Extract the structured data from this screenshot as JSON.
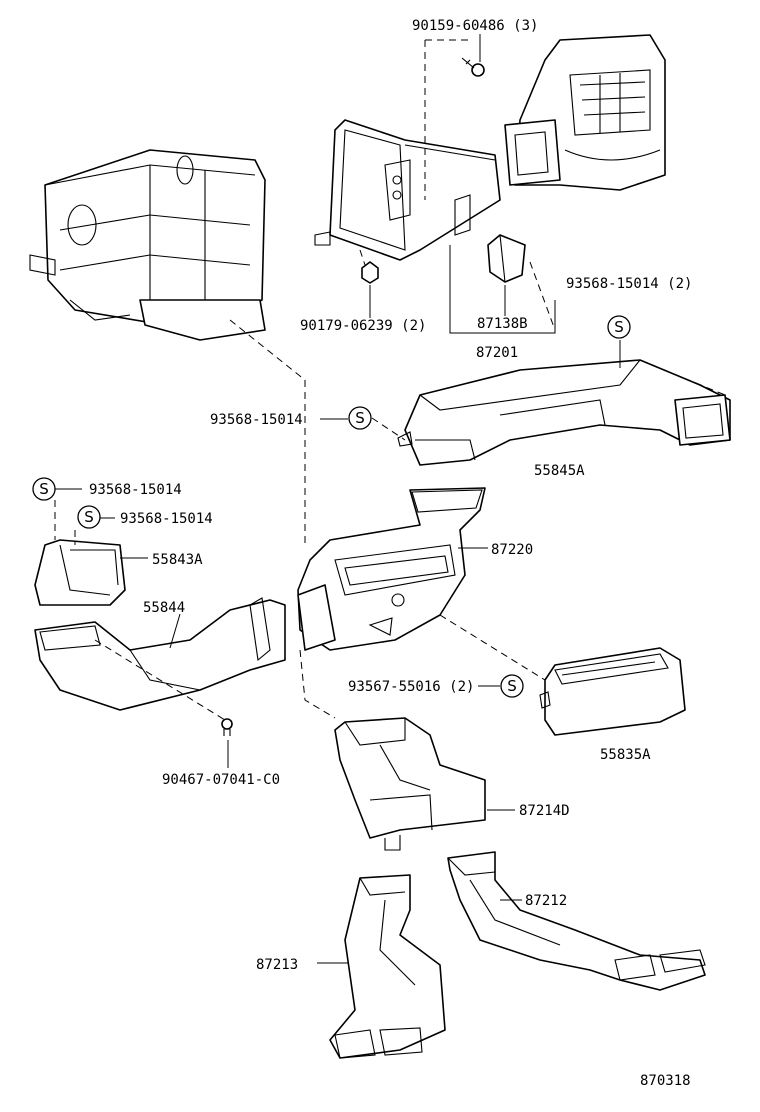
{
  "diagram_id": "870318",
  "symbol_letter": "S",
  "labels": {
    "p90159": "90159-60486 (3)",
    "p90179": "90179-06239 (2)",
    "p87138B": "87138B",
    "p87201": "87201",
    "p93568_2": "93568-15014 (2)",
    "p93568_mid": "93568-15014",
    "p55845A": "55845A",
    "p93568_left1": "93568-15014",
    "p93568_left2": "93568-15014",
    "p55843A": "55843A",
    "p87220": "87220",
    "p55844": "55844",
    "p93567": "93567-55016 (2)",
    "p55835A": "55835A",
    "p90467": "90467-07041-C0",
    "p87214D": "87214D",
    "p87212": "87212",
    "p87213": "87213"
  }
}
